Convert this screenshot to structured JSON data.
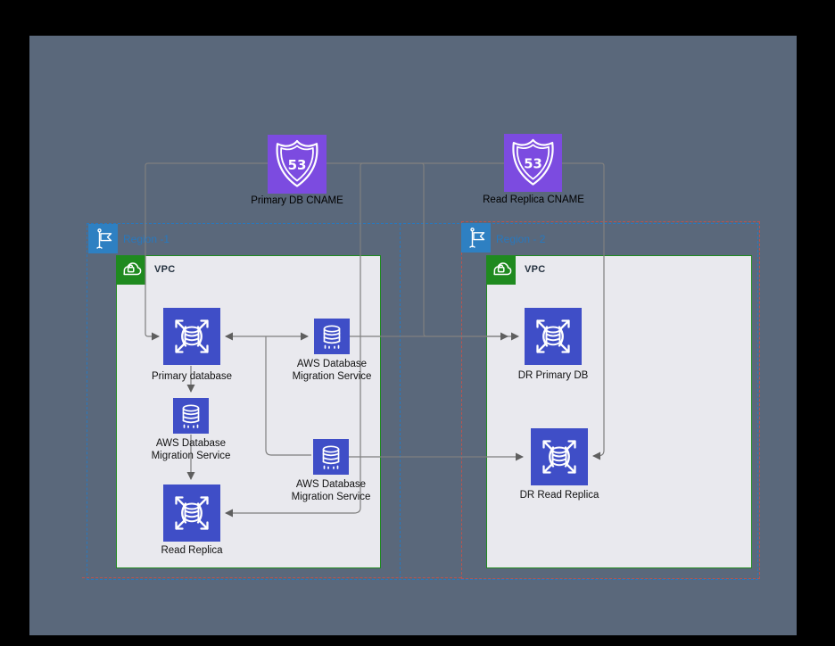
{
  "colors": {
    "outer-bg": "#000000",
    "canvas-bg": "#5A687B",
    "purple": "#7C4BE0",
    "node-blue": "#3F4EC7",
    "green": "#1F8A1F",
    "vpc-fill": "#E9E9EE",
    "region-blue": "#2878BE",
    "flag-blue": "#2E80C2",
    "red": "#B85450",
    "line-gray": "#7F7F7F",
    "arrow-gray": "#5F5F5F",
    "label-dark": "#111111",
    "vpc-text": "#23303E"
  },
  "route53": {
    "primary": {
      "label": "Primary DB CNAME"
    },
    "replica": {
      "label": "Read Replica CNAME"
    }
  },
  "regions": {
    "region1": {
      "label": "Region -1",
      "vpc_label": "VPC"
    },
    "region2": {
      "label": "Region - 2",
      "vpc_label": "VPC"
    }
  },
  "nodes": {
    "primary_db": {
      "label": "Primary database"
    },
    "dms_top": {
      "label": "AWS Database Migration Service"
    },
    "dms_left": {
      "label": "AWS Database Migration Service"
    },
    "dms_bottom": {
      "label": "AWS Database Migration Service"
    },
    "read_replica": {
      "label": "Read Replica"
    },
    "dr_primary_db": {
      "label": "DR Primary DB"
    },
    "dr_read_replica": {
      "label": "DR Read Replica"
    }
  }
}
